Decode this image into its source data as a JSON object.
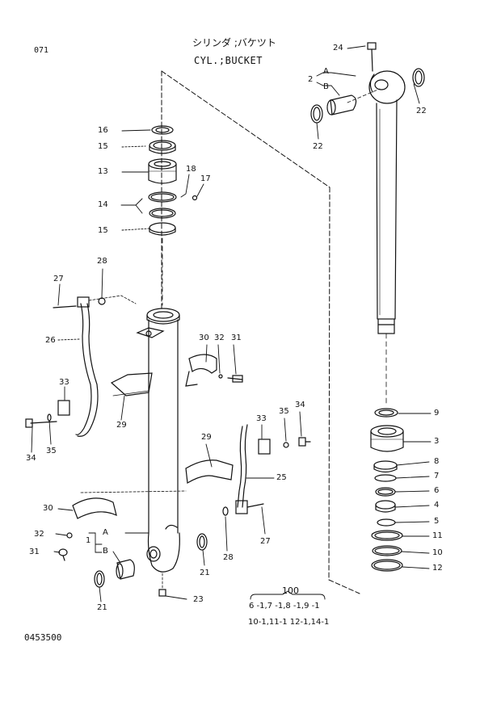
{
  "header": {
    "page_no": "071",
    "title_jp": "シリンダ ;バケツト",
    "title_en": "CYL.;BUCKET",
    "catalog_no": "0453500"
  },
  "kit": {
    "number": "100",
    "line1": "6 -1,7 -1,8 -1,9 -1",
    "line2": "10-1,11-1 12-1,14-1"
  },
  "callouts": {
    "c24": "24",
    "c2": "2",
    "cA_rod": "A",
    "cB_rod": "B",
    "c22a": "22",
    "c22b": "22",
    "c16": "16",
    "c15a": "15",
    "c13": "13",
    "c18": "18",
    "c17": "17",
    "c14": "14",
    "c15b": "15",
    "c28a": "28",
    "c27a": "27",
    "c26": "26",
    "c30a": "30",
    "c32a": "32",
    "c31a": "31",
    "c33a": "33",
    "c29a": "29",
    "c34a": "34",
    "c35a": "35",
    "c33b": "33",
    "c35b": "35",
    "c34b": "34",
    "c29b": "29",
    "c25": "25",
    "c30b": "30",
    "c32b": "32",
    "c1": "1",
    "cA_tube": "A",
    "c31b": "31",
    "cB_tube": "B",
    "c28b": "28",
    "c27b": "27",
    "c21a": "21",
    "c21b": "21",
    "c23": "23",
    "c9": "9",
    "c3": "3",
    "c8": "8",
    "c7": "7",
    "c6": "6",
    "c4": "4",
    "c5": "5",
    "c11": "11",
    "c10": "10",
    "c12": "12"
  }
}
